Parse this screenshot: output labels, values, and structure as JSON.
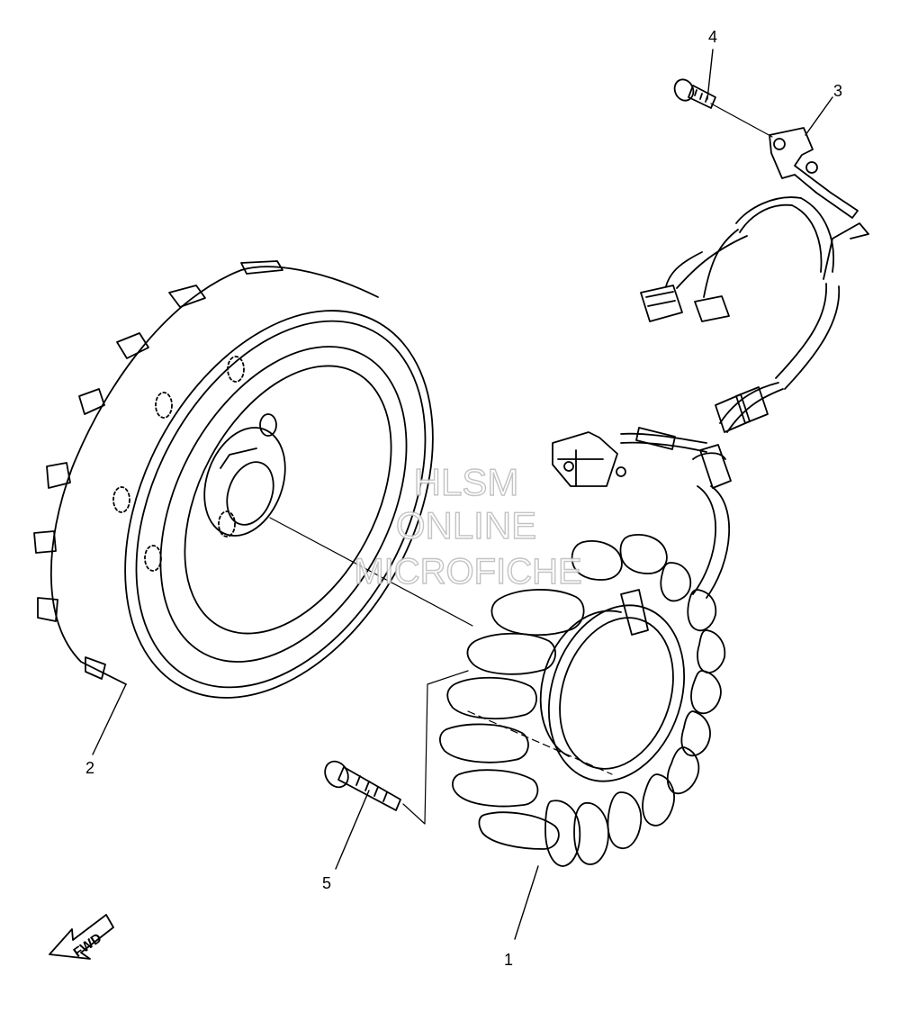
{
  "callouts": [
    {
      "id": "1",
      "label": "1"
    },
    {
      "id": "2",
      "label": "2"
    },
    {
      "id": "3",
      "label": "3"
    },
    {
      "id": "4",
      "label": "4"
    },
    {
      "id": "5",
      "label": "5"
    }
  ],
  "direction_arrow": {
    "label": "FWD"
  },
  "watermark": {
    "line1": "HLSM",
    "line2": "ONLINE",
    "line3": "MICROFICHE"
  },
  "colors": {
    "line": "#000000",
    "background": "#ffffff",
    "watermark_outline": "#bdbdbd"
  }
}
